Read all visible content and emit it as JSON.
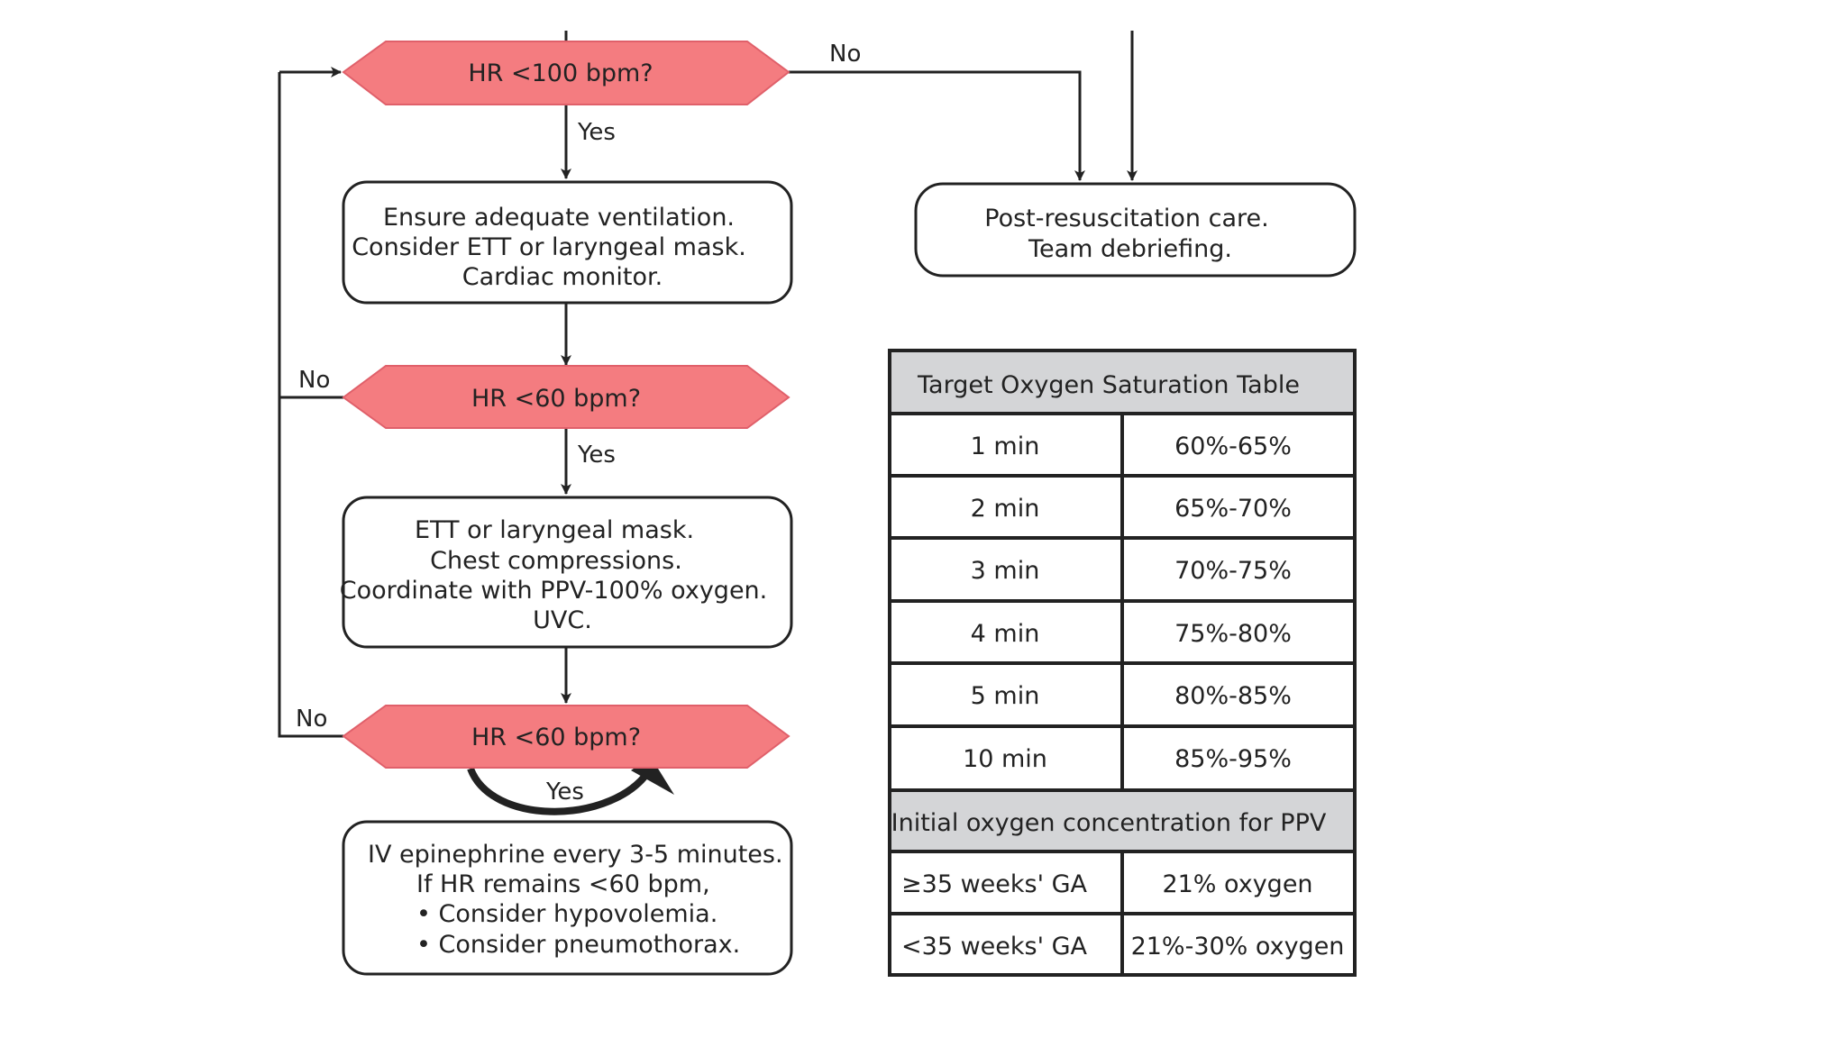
{
  "flowchart": {
    "decisions": [
      {
        "text": "HR <100 bpm?"
      },
      {
        "text": "HR <60 bpm?"
      },
      {
        "text": "HR <60 bpm?"
      }
    ],
    "boxes": {
      "ventilation": [
        "Ensure adequate ventilation.",
        "Consider ETT or laryngeal mask.",
        "Cardiac monitor."
      ],
      "compressions": [
        "ETT or laryngeal mask.",
        "Chest compressions.",
        "Coordinate with PPV-100% oxygen.",
        "UVC."
      ],
      "epinephrine": [
        "IV epinephrine every 3-5 minutes.",
        "If HR remains <60 bpm,",
        "• Consider hypovolemia.",
        "• Consider pneumothorax."
      ],
      "post_care": [
        "Post-resuscitation care.",
        "Team debriefing."
      ]
    },
    "labels": {
      "yes": "Yes",
      "no": "No"
    }
  },
  "table": {
    "title": "Target Oxygen Saturation Table",
    "rows": [
      [
        "1 min",
        "60%-65%"
      ],
      [
        "2 min",
        "65%-70%"
      ],
      [
        "3 min",
        "70%-75%"
      ],
      [
        "4 min",
        "75%-80%"
      ],
      [
        "5 min",
        "80%-85%"
      ],
      [
        "10 min",
        "85%-95%"
      ]
    ],
    "subtitle": "Initial oxygen concentration for PPV",
    "ppv_rows": [
      [
        "≥35 weeks' GA",
        "21% oxygen"
      ],
      [
        "<35 weeks' GA",
        "21%-30% oxygen"
      ]
    ]
  },
  "colors": {
    "decision_fill": "#f47c80",
    "decision_stroke": "#e0606a",
    "header_fill": "#d4d5d7",
    "line": "#222222"
  }
}
